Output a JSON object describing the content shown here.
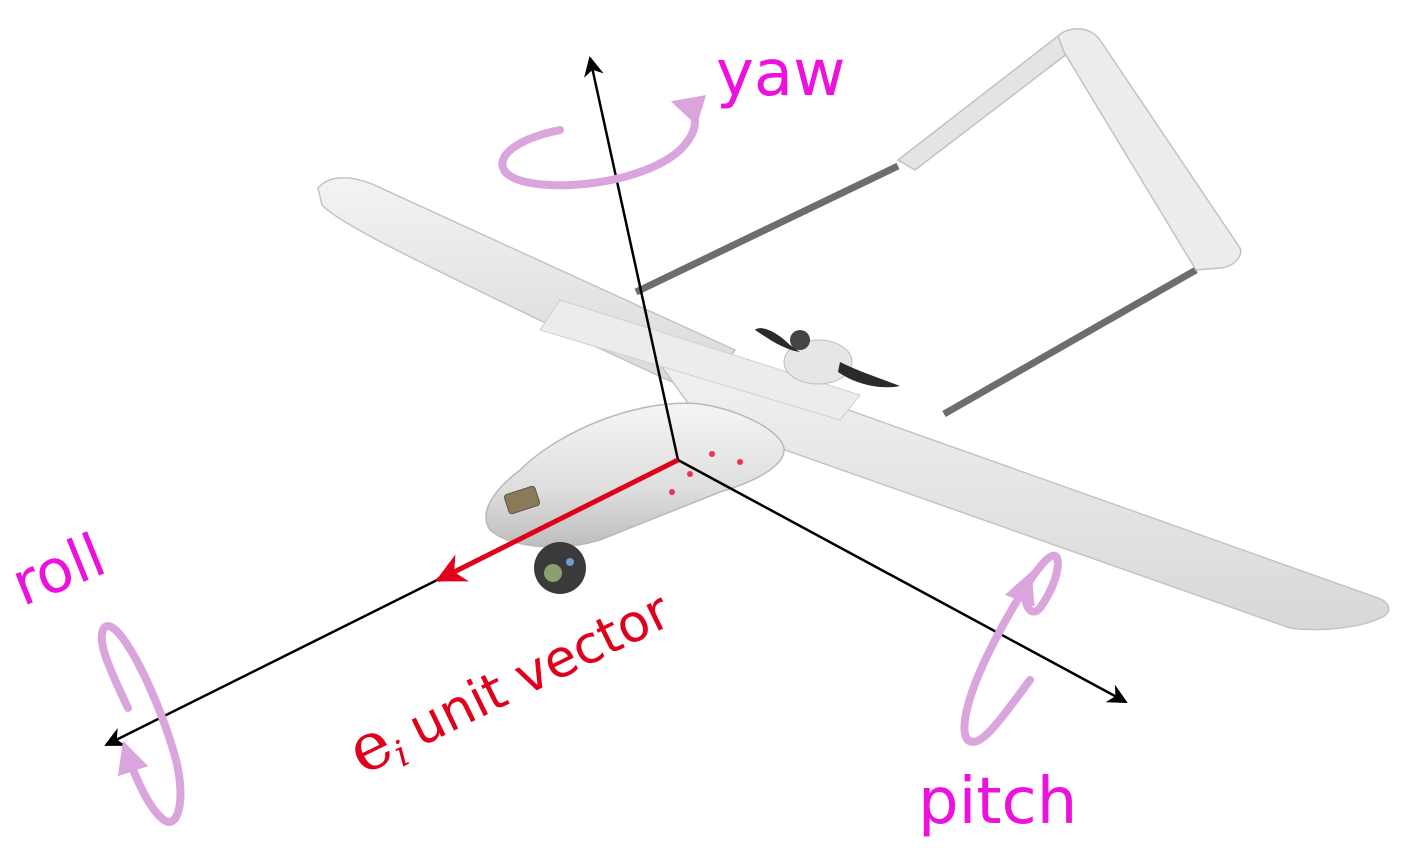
{
  "labels": {
    "yaw": "yaw",
    "roll": "roll",
    "pitch": "pitch",
    "unit_vector_symbol": "e",
    "unit_vector_subscript": "i",
    "unit_vector_text": "unit vector"
  },
  "colors": {
    "rotation_label": "#ee10dd",
    "rotation_arrow": "#d9a5dc",
    "unit_vector": "#e0001b",
    "axis": "#000000",
    "airframe": "#e7e7e7",
    "airframe_shadow": "#c9c9c9",
    "boom": "#6d6d6d",
    "propeller": "#2a2a2a"
  }
}
